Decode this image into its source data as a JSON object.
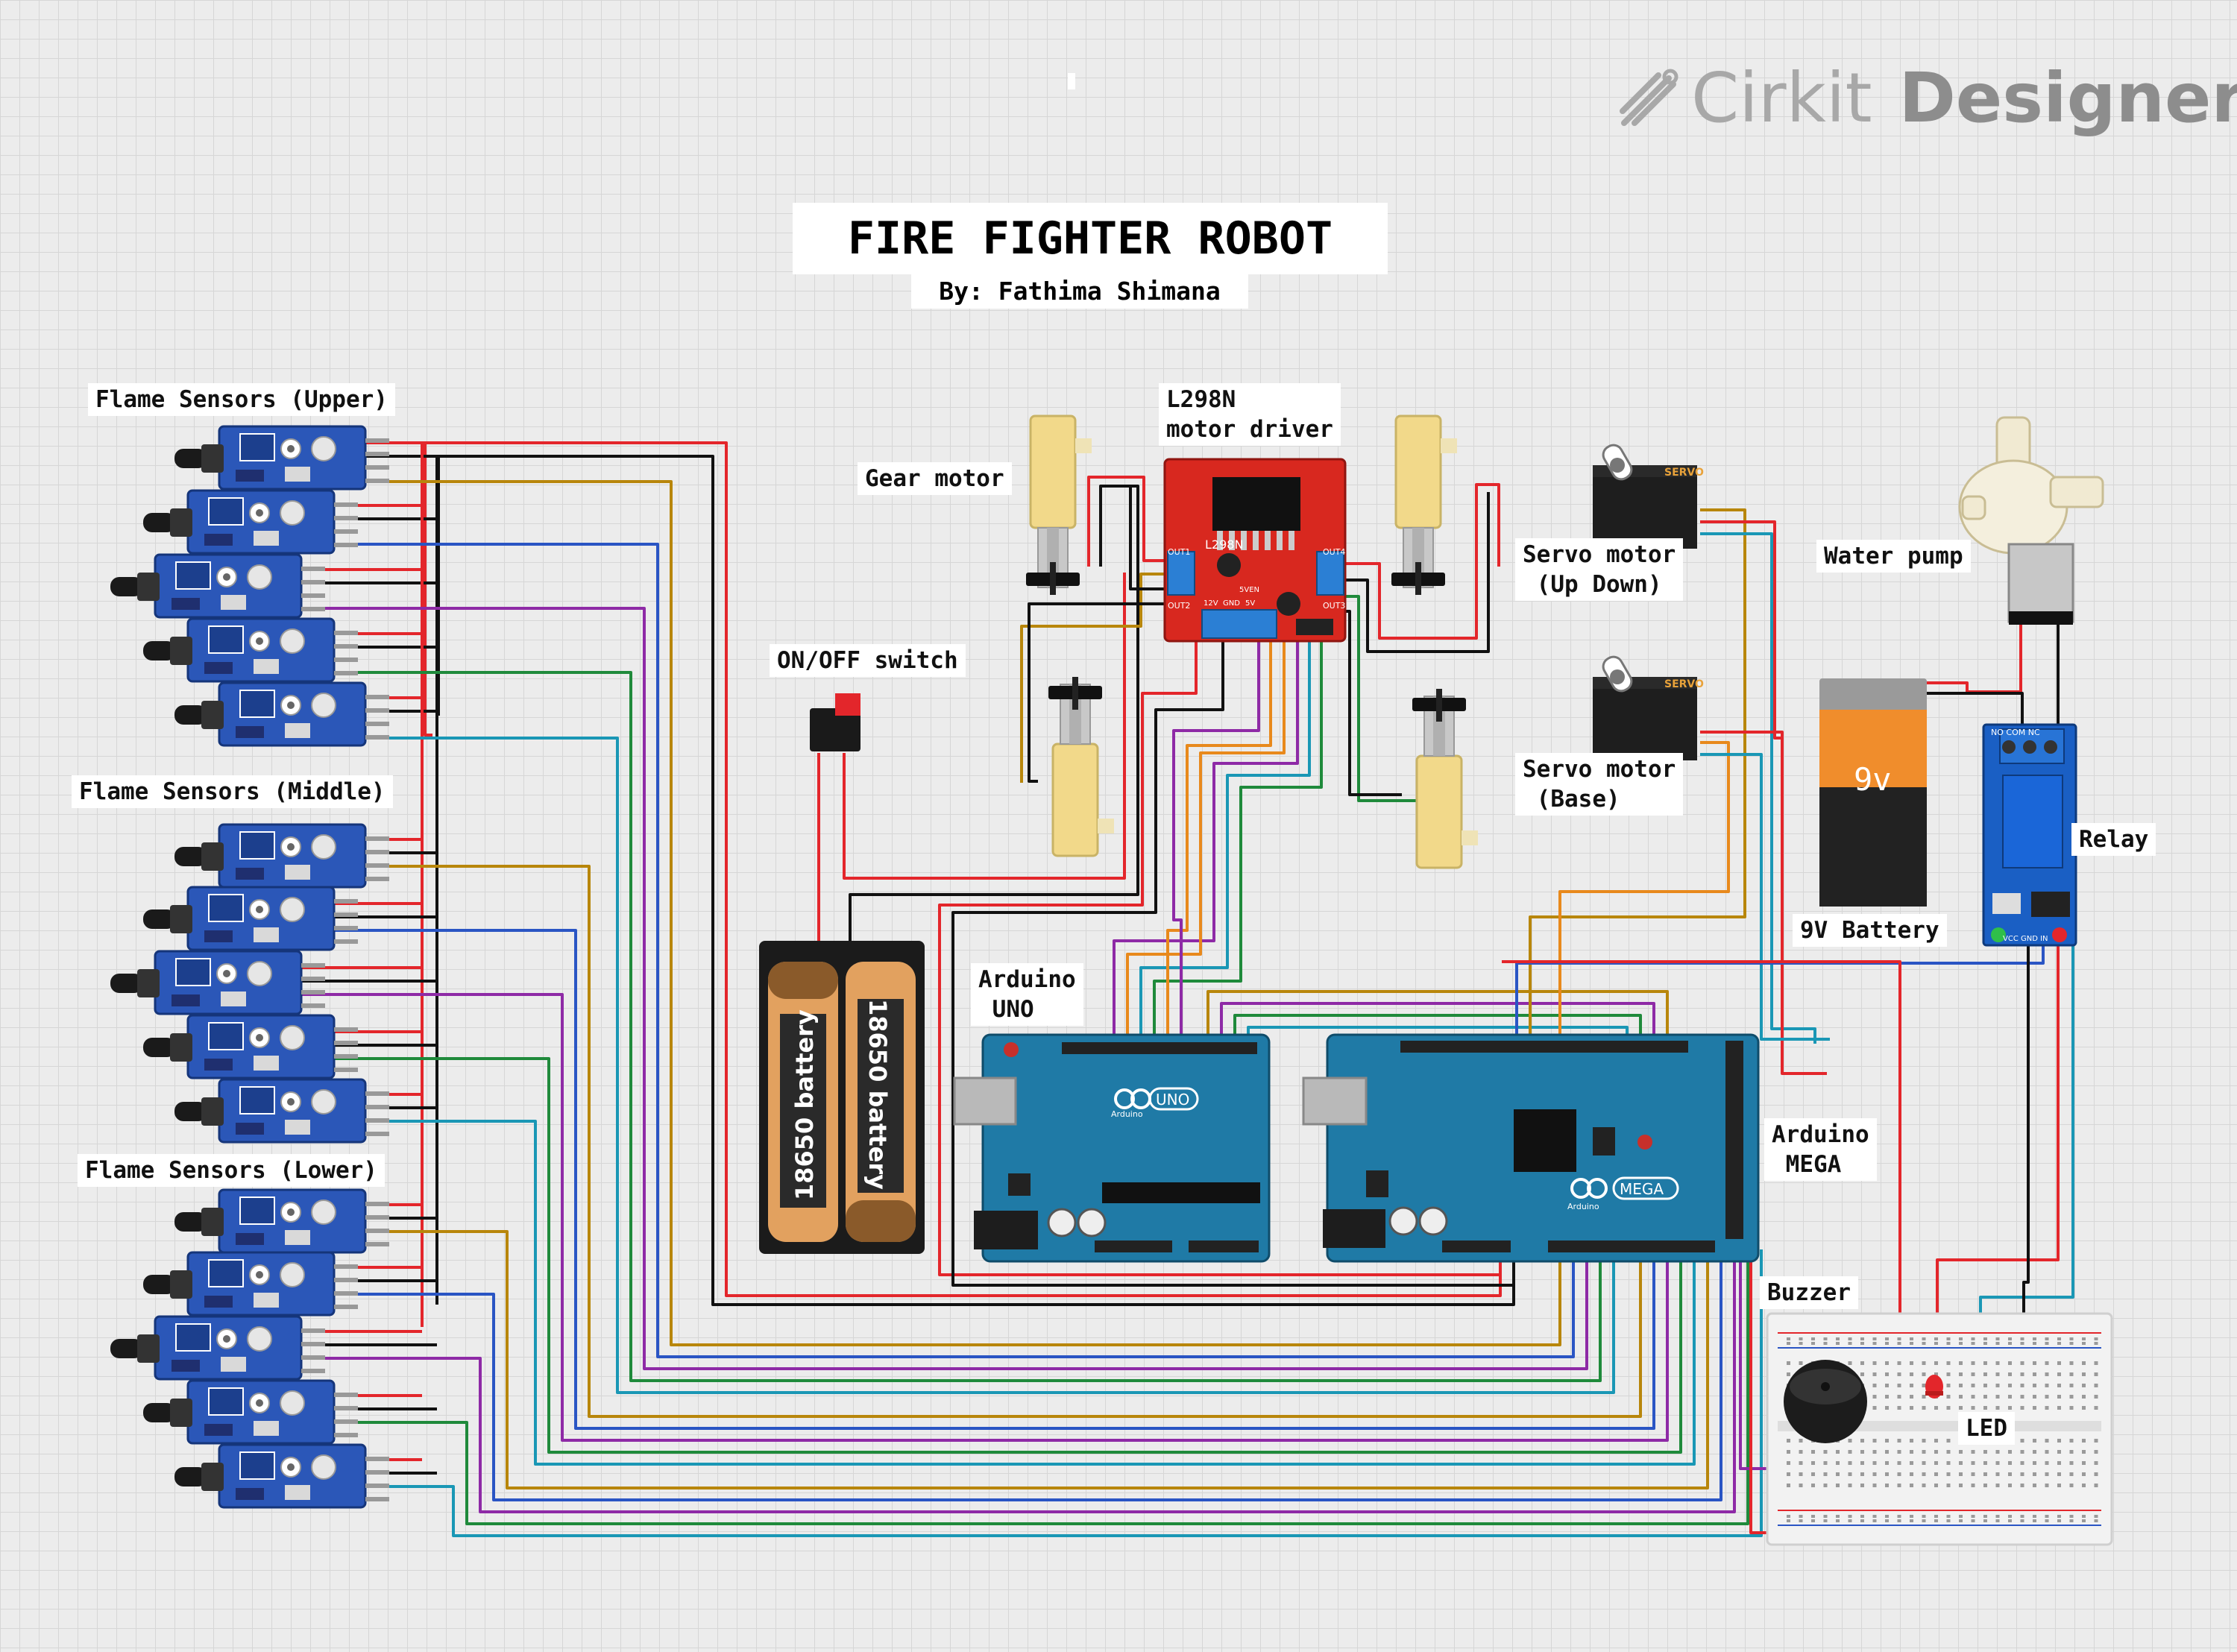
{
  "title": "FIRE FIGHTER ROBOT",
  "subtitle": "By: Fathima Shimana",
  "logo": {
    "brand": "Cirkit",
    "product": "Designer",
    "icon": "cirkit-logo-icon"
  },
  "labels": {
    "flame_upper": "Flame Sensors (Upper)",
    "flame_middle": "Flame Sensors (Middle)",
    "flame_lower": "Flame Sensors (Lower)",
    "gear_motor": "Gear motor",
    "l298n": "L298N\nmotor driver",
    "onoff": "ON/OFF switch",
    "servo_updown": "Servo motor\n (Up Down)",
    "servo_base": "Servo motor\n (Base)",
    "water_pump": "Water pump",
    "relay": "Relay",
    "battery9v": "9V Battery",
    "arduino_uno": "Arduino\n UNO",
    "arduino_mega": "Arduino\n MEGA",
    "buzzer": "Buzzer",
    "led": "LED"
  },
  "parts": {
    "battery_18650_text": "18650 battery",
    "battery_9v_text": "9v",
    "l298n_chip": "L298N",
    "l298n_pins": {
      "out1": "OUT1",
      "out2": "OUT2",
      "out3": "OUT3",
      "out4": "OUT4",
      "v12": "12V",
      "gnd": "GND",
      "v5": "5V",
      "sven": "5VEN"
    },
    "uno_badge": "UNO",
    "mega_badge": "MEGA",
    "arduino_word": "Arduino",
    "relay_pins": "VCC GND IN",
    "relay_terms": "NO COM NC"
  },
  "colors": {
    "red": "#e3262b",
    "black": "#111111",
    "blue": "#2a55c4",
    "brown": "#b8860b",
    "green": "#1f8a3b",
    "purple": "#8e2aa6",
    "orange": "#e8891c",
    "teal": "#1a97b5",
    "board": "#1f7aa6",
    "sensor_board": "#2b57b8",
    "motor_yellow": "#f2d98a"
  }
}
